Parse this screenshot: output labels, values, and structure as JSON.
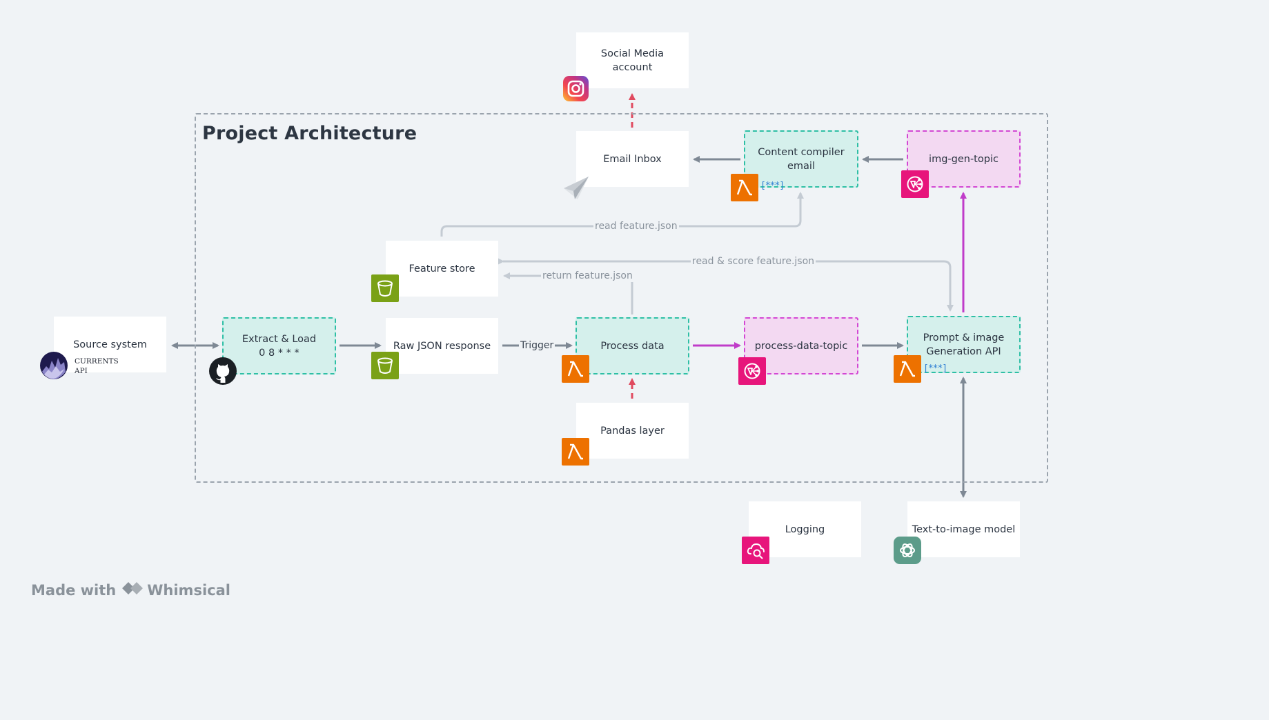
{
  "frame": {
    "title": "Project Architecture"
  },
  "nodes": {
    "social_media": "Social Media account",
    "email_inbox": "Email Inbox",
    "content_compiler": "Content compiler\nemail",
    "img_gen_topic": "img-gen-topic",
    "feature_store": "Feature store",
    "source_system": "Source system",
    "extract_load": "Extract & Load\n0 8 * * *",
    "raw_json": "Raw JSON response",
    "process_data": "Process data",
    "process_data_topic": "process-data-topic",
    "prompt_api": "Prompt & image\nGeneration API",
    "pandas_layer": "Pandas layer",
    "logging": "Logging",
    "text_to_image": "Text-to-image model"
  },
  "source_badge": {
    "line1": "CURRENTS",
    "line2": "API"
  },
  "code_tags": {
    "content_compiler": "[***]",
    "prompt_api": "[***]"
  },
  "edge_labels": {
    "read_feature": "read feature.json",
    "read_score": "read & score feature.json",
    "return_feature": "return feature.json",
    "trigger": "Trigger"
  },
  "footer": {
    "made_with": "Made with",
    "brand": "Whimsical"
  },
  "colors": {
    "lambda": "#ed7100",
    "s3": "#7aa116",
    "sns": "#e7157b",
    "teal_border": "#2ebfa5",
    "pink_border": "#d347d4",
    "magenta_arrow": "#c03cc9",
    "red_arrow": "#e04a5f",
    "gray_arrow": "#7e8894",
    "light_arrow": "#c4cbd3"
  },
  "icons": [
    "instagram-icon",
    "paper-plane-icon",
    "lambda-icon",
    "s3-bucket-icon",
    "sns-icon",
    "github-icon",
    "cloudwatch-logs-icon",
    "openai-icon",
    "currents-api-logo",
    "whimsical-logo"
  ]
}
